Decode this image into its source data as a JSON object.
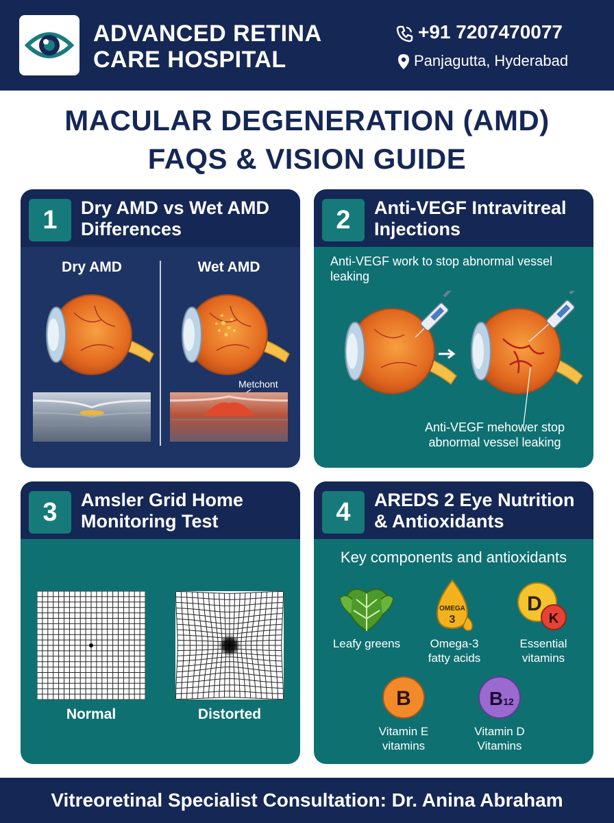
{
  "header": {
    "hospital_name_line1": "ADVANCED RETINA",
    "hospital_name_line2": "CARE HOSPITAL",
    "phone": "+91 7207470077",
    "location": "Panjagutta, Hyderabad",
    "phone_icon": "phone-icon",
    "location_icon": "map-pin-icon",
    "logo_icon": "eye-icon"
  },
  "title": {
    "line1": "MACULAR DEGENERATION (AMD)",
    "line2": "FAQS & VISION GUIDE"
  },
  "sections": [
    {
      "number": "1",
      "title_line1": "Dry AMD vs Wet AMD",
      "title_line2": "Differences",
      "left_label": "Dry AMD",
      "right_label": "Wet AMD",
      "callout": "Metchont"
    },
    {
      "number": "2",
      "title_line1": "Anti-VEGF Intravitreal",
      "title_line2": "Injections",
      "caption_top_line1": "Anti-VEGF work to stop abnormal vessel",
      "caption_top_line2": "leaking",
      "caption_bottom_line1": "Anti-VEGF mehower stop",
      "caption_bottom_line2": "abnormal vessel leaking"
    },
    {
      "number": "3",
      "title_line1": "Amsler Grid Home",
      "title_line2": "Monitoring Test",
      "left_label": "Normal",
      "right_label": "Distorted"
    },
    {
      "number": "4",
      "title_line1": "AREDS 2 Eye Nutrition",
      "title_line2": "& Antioxidants",
      "subtitle": "Key components and antioxidants",
      "items": [
        {
          "icon": "leafy-greens-icon",
          "line1": "Leafy greens",
          "line2": ""
        },
        {
          "icon": "omega-3-drop-icon",
          "icon_text_top": "OMEGA",
          "icon_text_num": "3",
          "line1": "Omega-3",
          "line2": "fatty acids"
        },
        {
          "icon": "vitamin-dk-icon",
          "icon_text_main": "D",
          "icon_text_badge": "K",
          "line1": "Essential",
          "line2": "vitamins"
        },
        {
          "icon": "vitamin-b-icon",
          "icon_text": "B",
          "line1": "Vitamin E",
          "line2": "vitamins"
        },
        {
          "icon": "vitamin-b12-icon",
          "icon_text_main": "B",
          "icon_text_sub": "12",
          "line1": "Vitamin D",
          "line2": "Vitamins"
        }
      ]
    }
  ],
  "footer": {
    "text": "Vitreoretinal Specialist Consultation: Dr. Anina Abraham"
  },
  "colors": {
    "navy": "#152754",
    "teal": "#0f7072",
    "number_box": "#167a7a",
    "eye_orange": "#e8762a",
    "accent_yellow": "#f2b21e"
  }
}
